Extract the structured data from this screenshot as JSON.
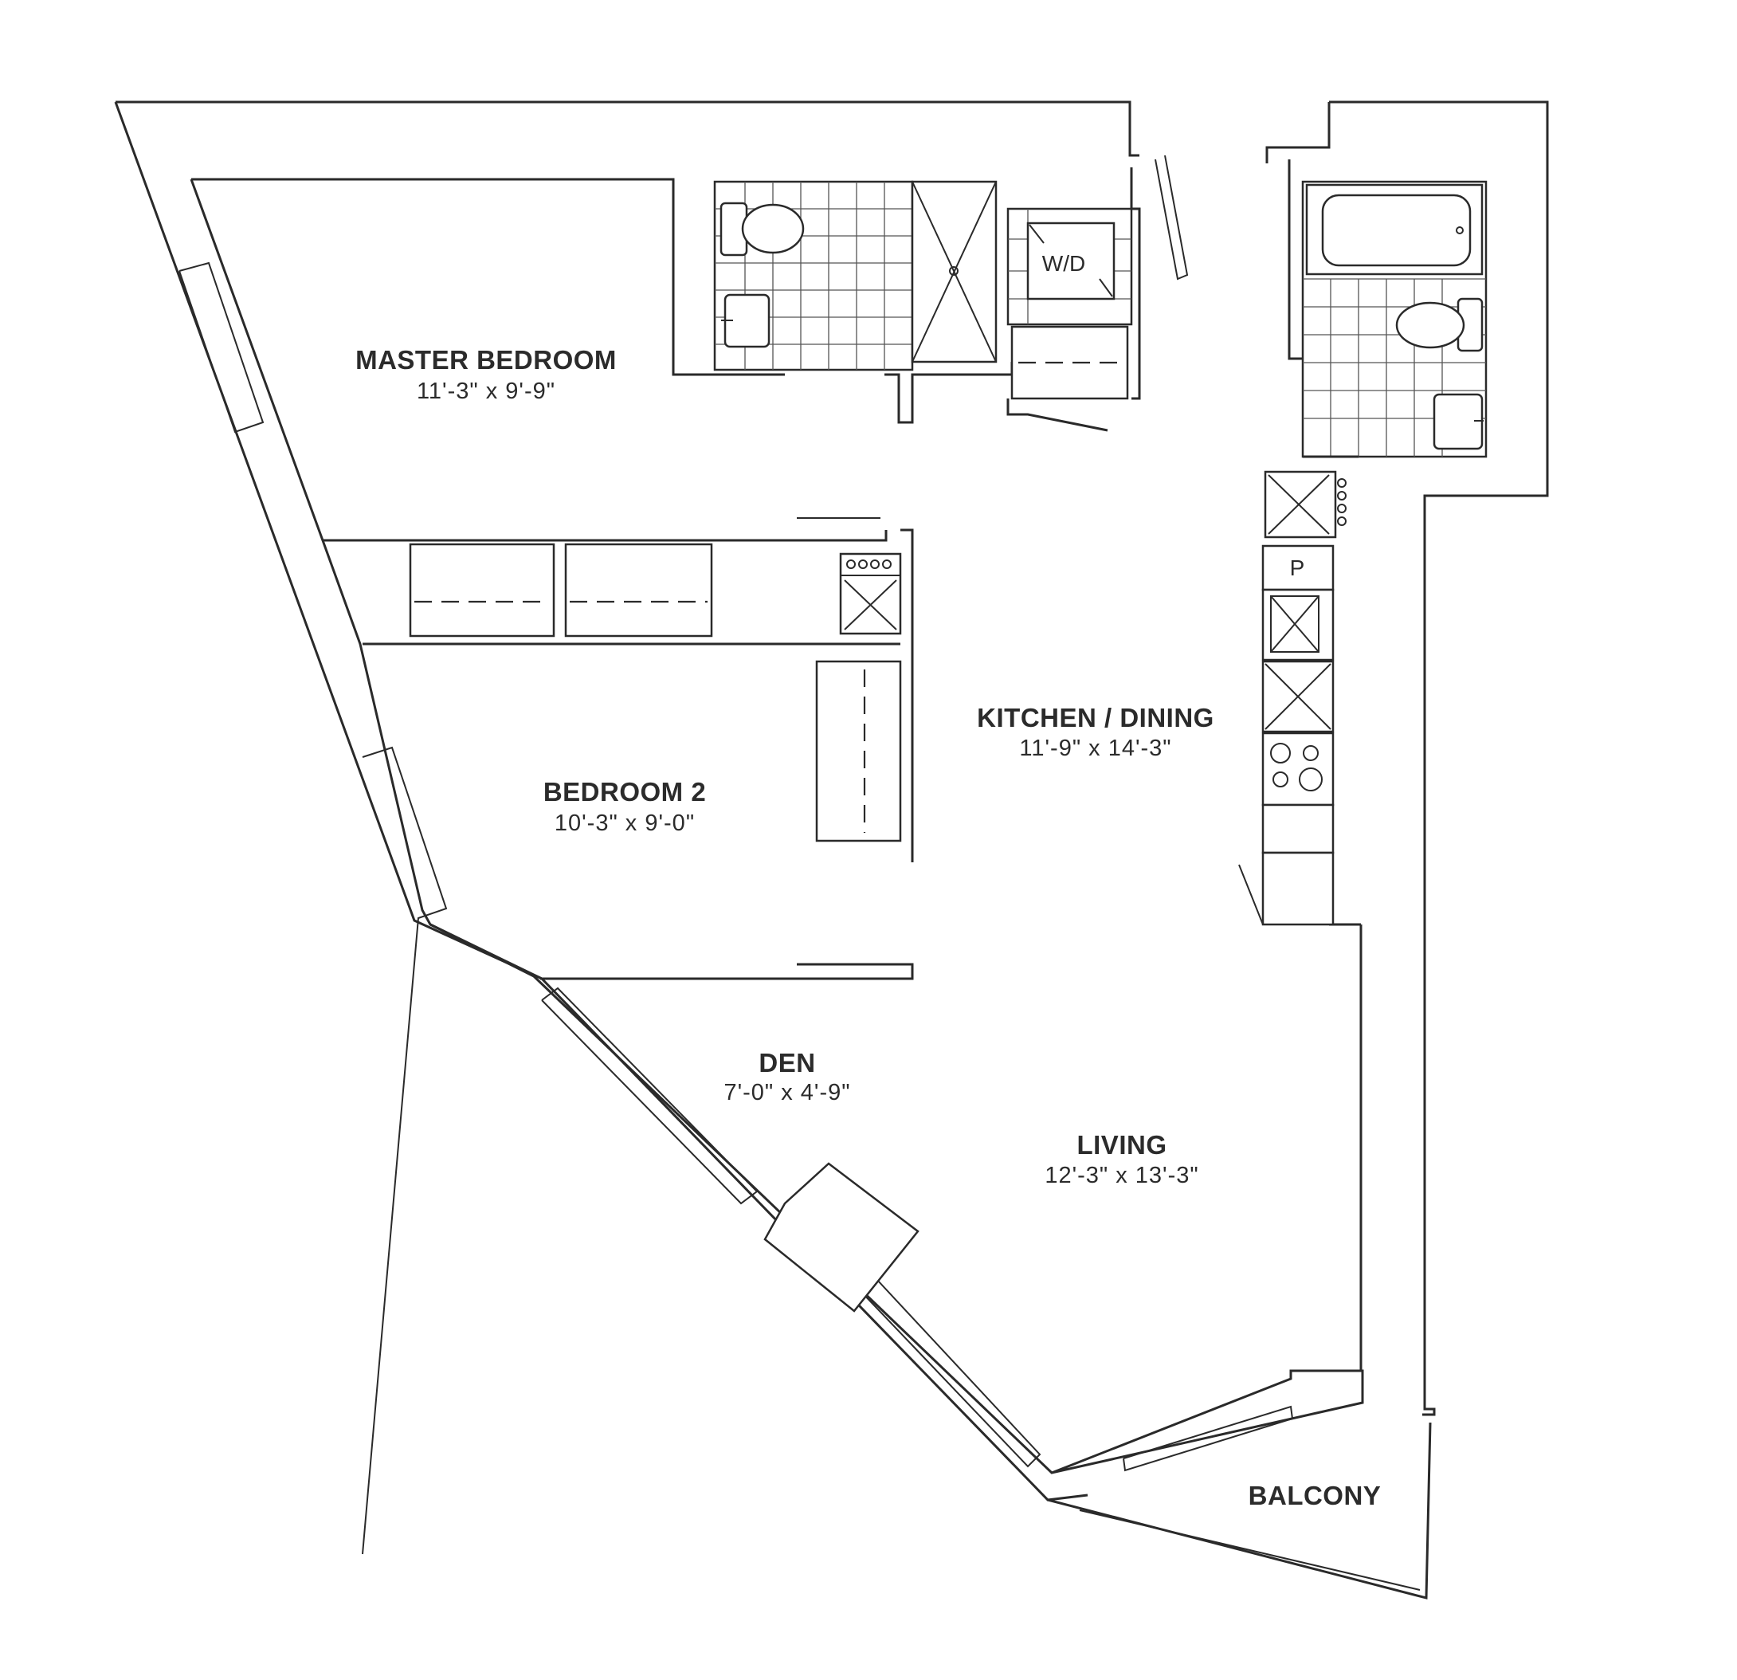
{
  "rooms": {
    "master_bedroom": {
      "name": "MASTER BEDROOM",
      "dims": "11'-3\" x 9'-9\""
    },
    "bedroom_2": {
      "name": "BEDROOM 2",
      "dims": "10'-3\" x 9'-0\""
    },
    "kitchen_dining": {
      "name": "KITCHEN / DINING",
      "dims": "11'-9\" x 14'-3\""
    },
    "den": {
      "name": "DEN",
      "dims": "7'-0\" x 4'-9\""
    },
    "living": {
      "name": "LIVING",
      "dims": "12'-3\" x 13'-3\""
    },
    "balcony": {
      "name": "BALCONY"
    }
  },
  "fixtures": {
    "washer_dryer": "W/D",
    "pantry": "P"
  }
}
